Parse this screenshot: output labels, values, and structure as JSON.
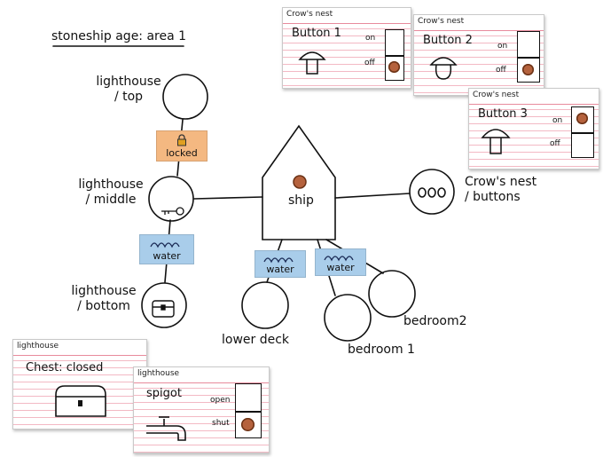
{
  "title": "stoneship age: area 1",
  "nodes": {
    "lighthouse_top": "lighthouse\n/ top",
    "lighthouse_middle": "lighthouse\n/ middle",
    "lighthouse_bottom": "lighthouse\n/ bottom",
    "ship": "ship",
    "crows_nest": "Crow's nest\n/ buttons",
    "lower_deck": "lower deck",
    "bedroom1": "bedroom 1",
    "bedroom2": "bedroom2"
  },
  "tags": {
    "locked": "locked",
    "water_lighthouse": "water",
    "water_lower_deck": "water",
    "water_bedroom": "water"
  },
  "cards": {
    "button1": {
      "header": "Crow's nest",
      "title": "Button 1",
      "on": "on",
      "off": "off",
      "state": "off"
    },
    "button2": {
      "header": "Crow's nest",
      "title": "Button 2",
      "on": "on",
      "off": "off",
      "state": "off"
    },
    "button3": {
      "header": "Crow's nest",
      "title": "Button 3",
      "on": "on",
      "off": "off",
      "state": "on"
    },
    "chest": {
      "header": "lighthouse",
      "title": "Chest: closed"
    },
    "spigot": {
      "header": "lighthouse",
      "title": "spigot",
      "open": "open",
      "shut": "shut",
      "state": "shut"
    }
  },
  "colors": {
    "water_tag": "#a9cdea",
    "locked_tag": "#f4b881",
    "coin": "#b5623d",
    "card_rule": "#f3b9c4"
  }
}
